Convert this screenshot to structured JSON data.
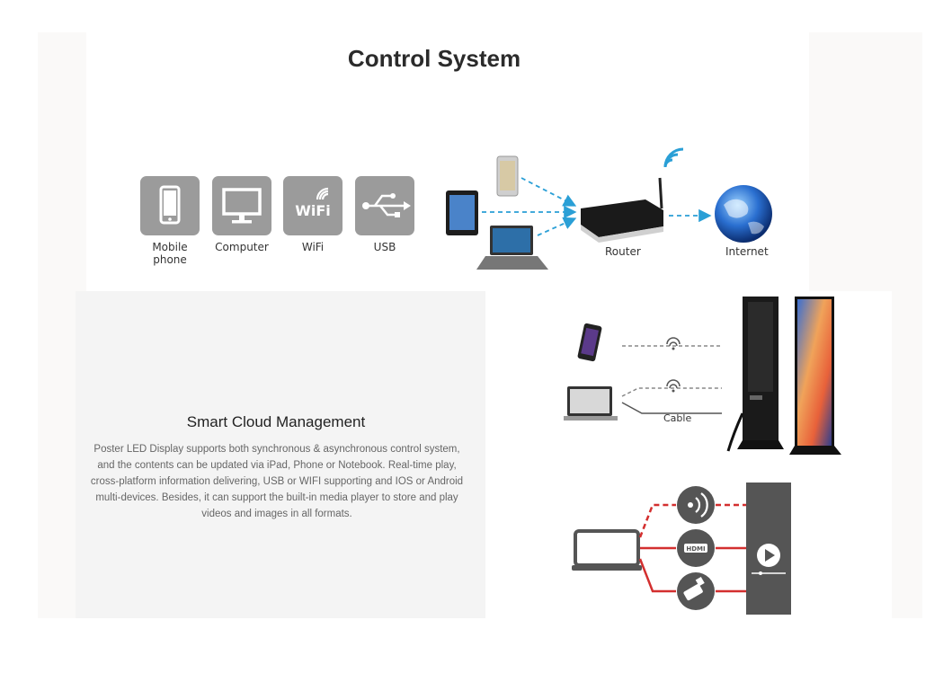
{
  "title": "Control System",
  "inputs": [
    {
      "label": "Mobile phone",
      "icon": "mobile-phone-icon"
    },
    {
      "label": "Computer",
      "icon": "computer-monitor-icon"
    },
    {
      "label": "WiFi",
      "icon": "wifi-icon"
    },
    {
      "label": "USB",
      "icon": "usb-icon"
    }
  ],
  "wifi_text": "WiFi",
  "network": {
    "router_label": "Router",
    "internet_label": "Internet"
  },
  "cable_label": "Cable",
  "hdmi_label": "HDMI",
  "section": {
    "title": "Smart Cloud Management",
    "body": "Poster LED Display supports both synchronous & asynchronous control system, and the contents can be updated via iPad, Phone or Notebook. Real-time play, cross-platform information delivering, USB or WIFI supporting and IOS or Android multi-devices. Besides, it can support the built-in media player to store and play videos and images in all formats."
  },
  "colors": {
    "tile": "#9b9b9b",
    "arrow": "#2a9fd6",
    "red_line": "#d32f2f",
    "device": "#555555"
  }
}
